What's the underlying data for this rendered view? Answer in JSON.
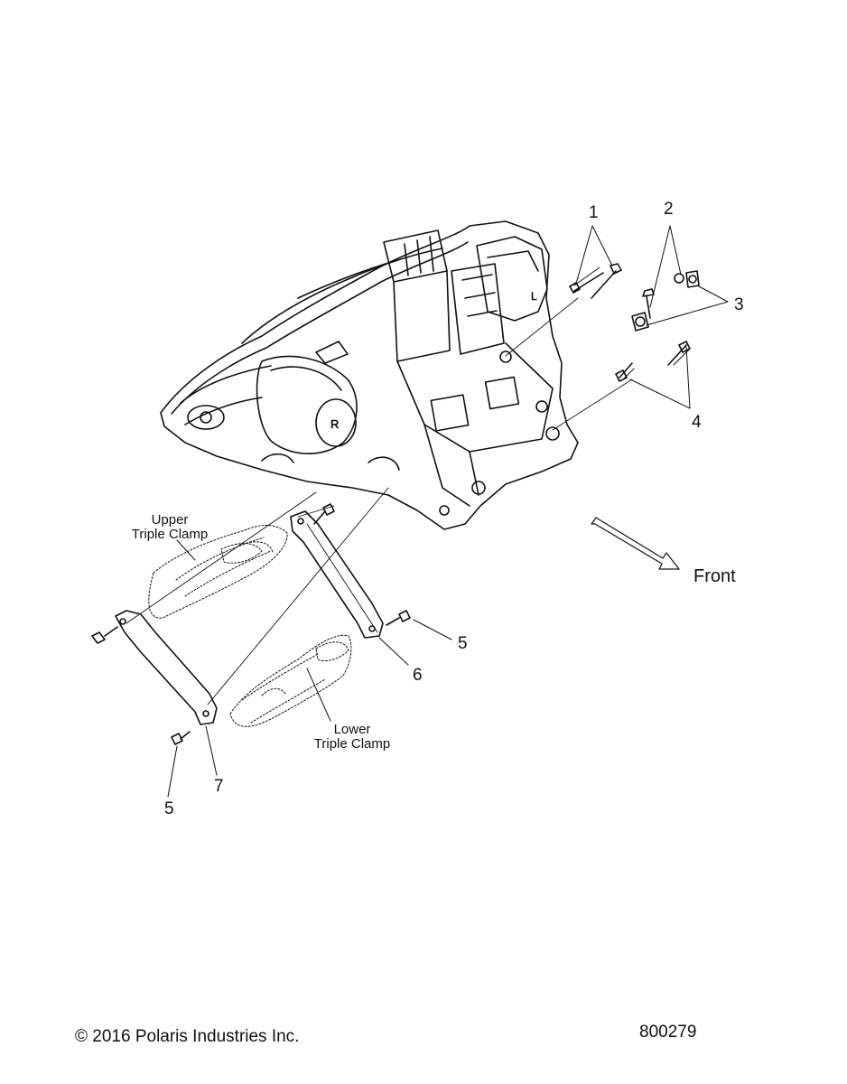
{
  "callouts": {
    "c1": "1",
    "c2": "2",
    "c3": "3",
    "c4": "4",
    "c5a": "5",
    "c5b": "5",
    "c6": "6",
    "c7": "7"
  },
  "captions": {
    "upper_line1": "Upper",
    "upper_line2": "Triple Clamp",
    "lower_line1": "Lower",
    "lower_line2": "Triple Clamp"
  },
  "direction_label": "Front",
  "footer": {
    "copyright": "© 2016 Polaris Industries Inc.",
    "figure_number": "800279"
  }
}
